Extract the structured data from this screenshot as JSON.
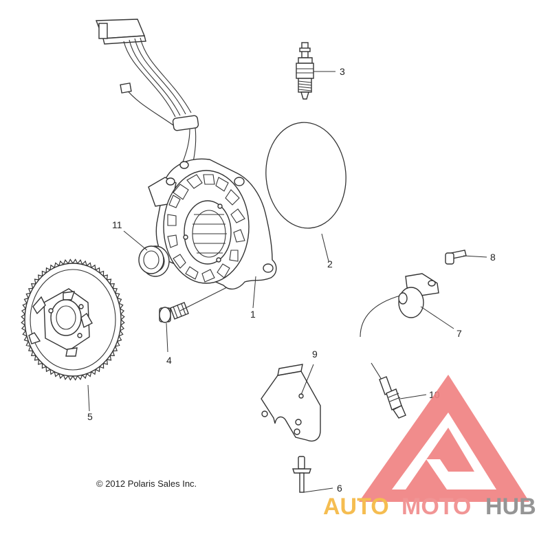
{
  "labels": {
    "l1": "1",
    "l2": "2",
    "l3": "3",
    "l4": "4",
    "l5": "5",
    "l6": "6",
    "l7": "7",
    "l8": "8",
    "l9": "9",
    "l10": "10",
    "l11": "11"
  },
  "copyright": "© 2012 Polaris Sales Inc.",
  "watermark": {
    "word_auto": "AUTO",
    "word_moto": "MOTO",
    "word_hub": "HUB",
    "color_auto": "#f4b63f",
    "color_moto": "#f08a8a",
    "color_hub": "#8a8a8a",
    "color_logo": "#f08080"
  }
}
